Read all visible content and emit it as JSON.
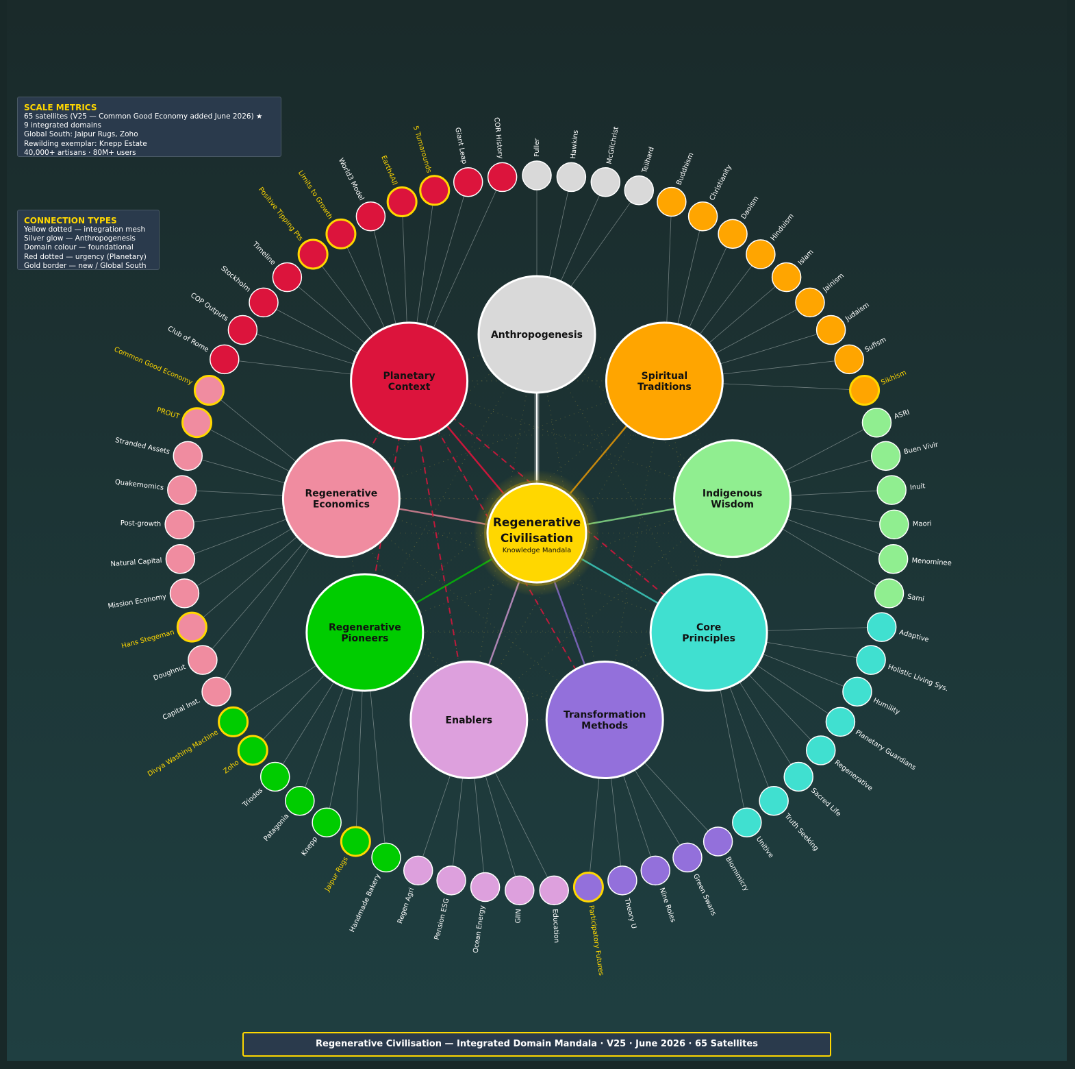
{
  "center": {
    "title_line1": "Regenerative",
    "title_line2": "Civilisation",
    "subtitle": "Knowledge Mandala",
    "color": "#ffd700"
  },
  "metrics": {
    "title": "SCALE METRICS",
    "lines": [
      "65 satellites (V25 — Common Good Economy added June 2026) ★",
      "9 integrated domains",
      "Global South: Jaipur Rugs, Zoho",
      "Rewilding exemplar: Knepp Estate",
      "40,000+ artisans · 80M+ users"
    ]
  },
  "connection_types": {
    "title": "CONNECTION TYPES",
    "lines": [
      "Yellow dotted — integration mesh",
      "Silver glow — Anthropogenesis",
      "Domain colour — foundational",
      "Red dotted — urgency (Planetary)",
      "Gold border — new / Global South"
    ]
  },
  "footer": "Regenerative Civilisation — Integrated Domain Mandala  ·  V25  ·  June 2026  ·  65 Satellites",
  "colors": {
    "highlight_border": "#ffd700",
    "urgency": "#dc143c",
    "highlight_text": "#ffd700",
    "label_text": "#ffffff"
  },
  "domains": [
    {
      "id": "anthropogenesis",
      "lines": [
        "Anthropogenesis"
      ],
      "color": "#d9d9d9",
      "text_color": "#111111"
    },
    {
      "id": "spiritual",
      "lines": [
        "Spiritual",
        "Traditions"
      ],
      "color": "#ffa500",
      "text_color": "#111111"
    },
    {
      "id": "indigenous",
      "lines": [
        "Indigenous",
        "Wisdom"
      ],
      "color": "#90ee90",
      "text_color": "#111111"
    },
    {
      "id": "core",
      "lines": [
        "Core",
        "Principles"
      ],
      "color": "#40e0d0",
      "text_color": "#111111"
    },
    {
      "id": "transformation",
      "lines": [
        "Transformation",
        "Methods"
      ],
      "color": "#9370db",
      "text_color": "#111111"
    },
    {
      "id": "enablers",
      "lines": [
        "Enablers"
      ],
      "color": "#dda0dd",
      "text_color": "#111111"
    },
    {
      "id": "pioneers",
      "lines": [
        "Regenerative",
        "Pioneers"
      ],
      "color": "#00cc00",
      "text_color": "#111111"
    },
    {
      "id": "economics",
      "lines": [
        "Regenerative",
        "Economics"
      ],
      "color": "#f08ca0",
      "text_color": "#111111"
    },
    {
      "id": "planetary",
      "lines": [
        "Planetary",
        "Context"
      ],
      "color": "#dc143c",
      "text_color": "#111111"
    }
  ],
  "satellites": [
    {
      "label": "Fuller",
      "domain": "anthropogenesis",
      "highlight": false
    },
    {
      "label": "Hawkins",
      "domain": "anthropogenesis",
      "highlight": false
    },
    {
      "label": "McGilchrist",
      "domain": "anthropogenesis",
      "highlight": false
    },
    {
      "label": "Teilhard",
      "domain": "anthropogenesis",
      "highlight": false
    },
    {
      "label": "Buddhism",
      "domain": "spiritual",
      "highlight": false
    },
    {
      "label": "Christianity",
      "domain": "spiritual",
      "highlight": false
    },
    {
      "label": "Daoism",
      "domain": "spiritual",
      "highlight": false
    },
    {
      "label": "Hinduism",
      "domain": "spiritual",
      "highlight": false
    },
    {
      "label": "Islam",
      "domain": "spiritual",
      "highlight": false
    },
    {
      "label": "Jainism",
      "domain": "spiritual",
      "highlight": false
    },
    {
      "label": "Judaism",
      "domain": "spiritual",
      "highlight": false
    },
    {
      "label": "Sufism",
      "domain": "spiritual",
      "highlight": false
    },
    {
      "label": "Sikhism",
      "domain": "spiritual",
      "highlight": true
    },
    {
      "label": "ASRI",
      "domain": "indigenous",
      "highlight": false
    },
    {
      "label": "Buen Vivir",
      "domain": "indigenous",
      "highlight": false
    },
    {
      "label": "Inuit",
      "domain": "indigenous",
      "highlight": false
    },
    {
      "label": "Maori",
      "domain": "indigenous",
      "highlight": false
    },
    {
      "label": "Menominee",
      "domain": "indigenous",
      "highlight": false
    },
    {
      "label": "Sami",
      "domain": "indigenous",
      "highlight": false
    },
    {
      "label": "Adaptive",
      "domain": "core",
      "highlight": false
    },
    {
      "label": "Holistic Living Sys.",
      "domain": "core",
      "highlight": false
    },
    {
      "label": "Humility",
      "domain": "core",
      "highlight": false
    },
    {
      "label": "Planetary Guardians",
      "domain": "core",
      "highlight": false
    },
    {
      "label": "Regenerative",
      "domain": "core",
      "highlight": false
    },
    {
      "label": "Sacred Life",
      "domain": "core",
      "highlight": false
    },
    {
      "label": "Truth Seeking",
      "domain": "core",
      "highlight": false
    },
    {
      "label": "Unitive",
      "domain": "core",
      "highlight": false
    },
    {
      "label": "Biomimicry",
      "domain": "transformation",
      "highlight": false
    },
    {
      "label": "Green Swans",
      "domain": "transformation",
      "highlight": false
    },
    {
      "label": "Nine Roles",
      "domain": "transformation",
      "highlight": false
    },
    {
      "label": "Theory U",
      "domain": "transformation",
      "highlight": false
    },
    {
      "label": "Participatory Futures",
      "domain": "transformation",
      "highlight": true
    },
    {
      "label": "Education",
      "domain": "enablers",
      "highlight": false
    },
    {
      "label": "GIIN",
      "domain": "enablers",
      "highlight": false
    },
    {
      "label": "Ocean Energy",
      "domain": "enablers",
      "highlight": false
    },
    {
      "label": "Pension ESG",
      "domain": "enablers",
      "highlight": false
    },
    {
      "label": "Regen Agri",
      "domain": "enablers",
      "highlight": false
    },
    {
      "label": "Handmade Bakery",
      "domain": "pioneers",
      "highlight": false
    },
    {
      "label": "Jaipur Rugs",
      "domain": "pioneers",
      "highlight": true
    },
    {
      "label": "Knepp",
      "domain": "pioneers",
      "highlight": false
    },
    {
      "label": "Patagonia",
      "domain": "pioneers",
      "highlight": false
    },
    {
      "label": "Triodos",
      "domain": "pioneers",
      "highlight": false
    },
    {
      "label": "Zoho",
      "domain": "pioneers",
      "highlight": true
    },
    {
      "label": "Divya Washing Machine",
      "domain": "pioneers",
      "highlight": true
    },
    {
      "label": "Capital Inst.",
      "domain": "economics",
      "highlight": false
    },
    {
      "label": "Doughnut",
      "domain": "economics",
      "highlight": false
    },
    {
      "label": "Hans Stegeman",
      "domain": "economics",
      "highlight": true
    },
    {
      "label": "Mission Economy",
      "domain": "economics",
      "highlight": false
    },
    {
      "label": "Natural Capital",
      "domain": "economics",
      "highlight": false
    },
    {
      "label": "Post-growth",
      "domain": "economics",
      "highlight": false
    },
    {
      "label": "Quakernomics",
      "domain": "economics",
      "highlight": false
    },
    {
      "label": "Stranded Assets",
      "domain": "economics",
      "highlight": false
    },
    {
      "label": "PROUT",
      "domain": "economics",
      "highlight": true
    },
    {
      "label": "Common Good Economy",
      "domain": "economics",
      "highlight": true
    },
    {
      "label": "Club of Rome",
      "domain": "planetary",
      "highlight": false
    },
    {
      "label": "COP Outputs",
      "domain": "planetary",
      "highlight": false
    },
    {
      "label": "Stockholm",
      "domain": "planetary",
      "highlight": false
    },
    {
      "label": "Timeline",
      "domain": "planetary",
      "highlight": false
    },
    {
      "label": "Positive Tipping Pts",
      "domain": "planetary",
      "highlight": true
    },
    {
      "label": "Limits to Growth",
      "domain": "planetary",
      "highlight": true
    },
    {
      "label": "World3 Model",
      "domain": "planetary",
      "highlight": false
    },
    {
      "label": "Earth4All",
      "domain": "planetary",
      "highlight": true
    },
    {
      "label": "5 Turnarounds",
      "domain": "planetary",
      "highlight": true
    },
    {
      "label": "Giant Leap",
      "domain": "planetary",
      "highlight": false
    },
    {
      "label": "COR History",
      "domain": "planetary",
      "highlight": false
    }
  ]
}
